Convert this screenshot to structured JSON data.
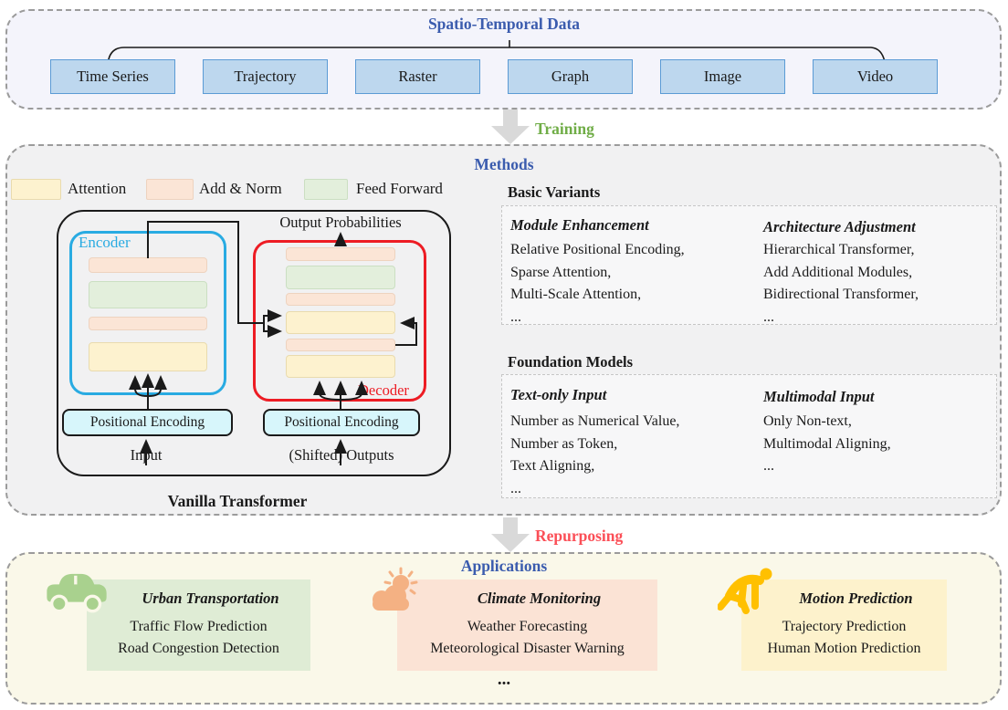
{
  "top": {
    "title": "Spatio-Temporal Data",
    "items": [
      "Time Series",
      "Trajectory",
      "Raster",
      "Graph",
      "Image",
      "Video"
    ]
  },
  "flow": {
    "training_label": "Training",
    "repurposing_label": "Repurposing"
  },
  "methods": {
    "title": "Methods",
    "legend": [
      {
        "label": "Attention",
        "color": "#fdf2cf"
      },
      {
        "label": "Add & Norm",
        "color": "#fbe5d6"
      },
      {
        "label": "Feed Forward",
        "color": "#e3efdc"
      }
    ],
    "transformer": {
      "caption": "Vanilla Transformer",
      "encoder_label": "Encoder",
      "decoder_label": "Decoder",
      "output_label": "Output Probabilities",
      "input_label": "Input",
      "shifted_output_label": "(Shifted) Outputs",
      "pe_left_label": "Positional Encoding",
      "pe_right_label": "Positional Encoding"
    },
    "basic_variants": {
      "title": "Basic Variants",
      "columns": [
        {
          "header": "Module Enhancement",
          "lines": "Relative Positional Encoding,\nSparse Attention,\nMulti-Scale Attention,\n..."
        },
        {
          "header": "Architecture Adjustment",
          "lines": "Hierarchical Transformer,\nAdd Additional Modules,\nBidirectional Transformer,\n..."
        }
      ]
    },
    "foundation_models": {
      "title": "Foundation Models",
      "columns": [
        {
          "header": "Text-only Input",
          "lines": "Number as Numerical Value,\nNumber as Token,\nText Aligning,\n..."
        },
        {
          "header": "Multimodal Input",
          "lines": "Only Non-text,\nMultimodal Aligning,\n..."
        }
      ]
    }
  },
  "applications": {
    "title": "Applications",
    "ellipsis": "...",
    "cards": [
      {
        "icon": "car-icon",
        "icon_color": "#a9d18e",
        "bg_color": "#dfecd5",
        "title": "Urban Transportation",
        "lines": "Traffic Flow Prediction\nRoad Congestion Detection"
      },
      {
        "icon": "cloud-sun-icon",
        "icon_color": "#f4b183",
        "bg_color": "#fbe3d5",
        "title": "Climate Monitoring",
        "lines": "Weather Forecasting\nMeteorological Disaster Warning"
      },
      {
        "icon": "runner-icon",
        "icon_color": "#ffc000",
        "bg_color": "#fdf2cc",
        "title": "Motion Prediction",
        "lines": "Trajectory Prediction\nHuman Motion Prediction"
      }
    ]
  },
  "colors": {
    "heading_blue": "#3b5cae",
    "training_green": "#70ad47",
    "repurposing_red": "#fb4f57",
    "databox_fill": "#bdd7ee",
    "databox_border": "#5b9bd5",
    "encoder_border": "#29abe2",
    "decoder_border": "#ed1c24",
    "positional_encoding_fill": "#d7f6fb",
    "methods_bg": "#f1f1f2",
    "top_bg": "#f4f4fb",
    "applications_bg": "#faf8e9"
  }
}
